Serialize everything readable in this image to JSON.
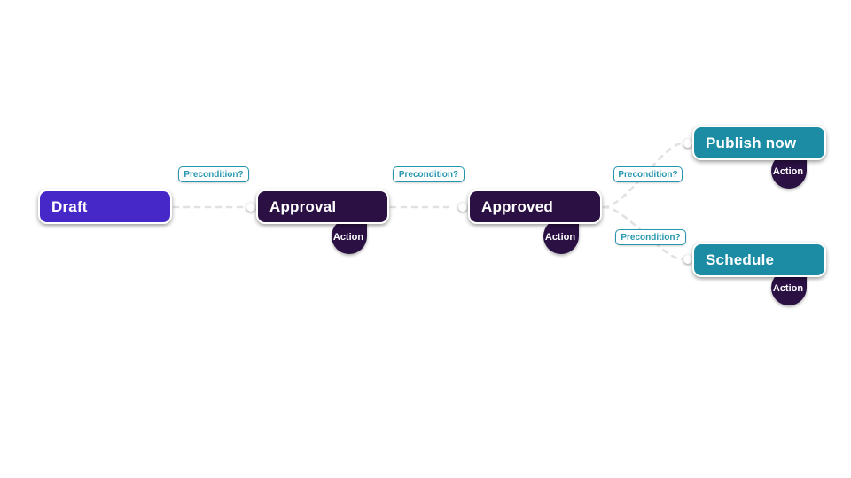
{
  "diagram": {
    "type": "workflow-state-diagram",
    "nodes": [
      {
        "id": "draft",
        "label": "Draft"
      },
      {
        "id": "approval",
        "label": "Approval",
        "action": "Action"
      },
      {
        "id": "approved",
        "label": "Approved",
        "action": "Action"
      },
      {
        "id": "publish-now",
        "label": "Publish now",
        "action": "Action"
      },
      {
        "id": "schedule",
        "label": "Schedule",
        "action": "Action"
      }
    ],
    "edges": [
      {
        "from": "Draft",
        "to": "Approval",
        "label": "Precondition?",
        "style": "dashed"
      },
      {
        "from": "Approval",
        "to": "Approved",
        "label": "Precondition?",
        "style": "dashed"
      },
      {
        "from": "Approved",
        "to": "Publish now",
        "label": "Precondition?",
        "style": "dashed"
      },
      {
        "from": "Approved",
        "to": "Schedule",
        "label": "Precondition?",
        "style": "dashed"
      }
    ],
    "colors": {
      "draft_node": "#4628c9",
      "state_node": "#2b1044",
      "task_node": "#1b8ca4",
      "action_badge": "#2b1044",
      "edge_line": "#e1e1e1",
      "precondition_accent": "#2496ad",
      "node_text": "#ffffff",
      "background": "#ffffff"
    }
  }
}
